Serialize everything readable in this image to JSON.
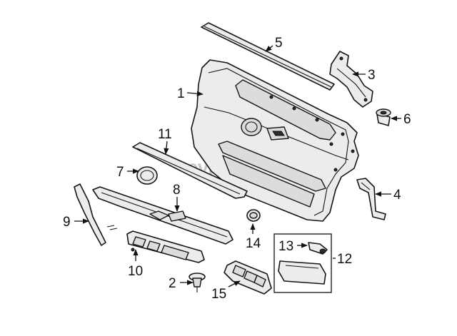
{
  "watermark": "evparts",
  "callouts": [
    {
      "id": "1",
      "label": "1"
    },
    {
      "id": "2",
      "label": "2"
    },
    {
      "id": "3",
      "label": "3"
    },
    {
      "id": "4",
      "label": "4"
    },
    {
      "id": "5",
      "label": "5"
    },
    {
      "id": "6",
      "label": "6"
    },
    {
      "id": "7",
      "label": "7"
    },
    {
      "id": "8",
      "label": "8"
    },
    {
      "id": "9",
      "label": "9"
    },
    {
      "id": "10",
      "label": "10"
    },
    {
      "id": "11",
      "label": "11"
    },
    {
      "id": "12",
      "label": "12"
    },
    {
      "id": "13",
      "label": "13"
    },
    {
      "id": "14",
      "label": "14"
    },
    {
      "id": "15",
      "label": "15"
    }
  ]
}
